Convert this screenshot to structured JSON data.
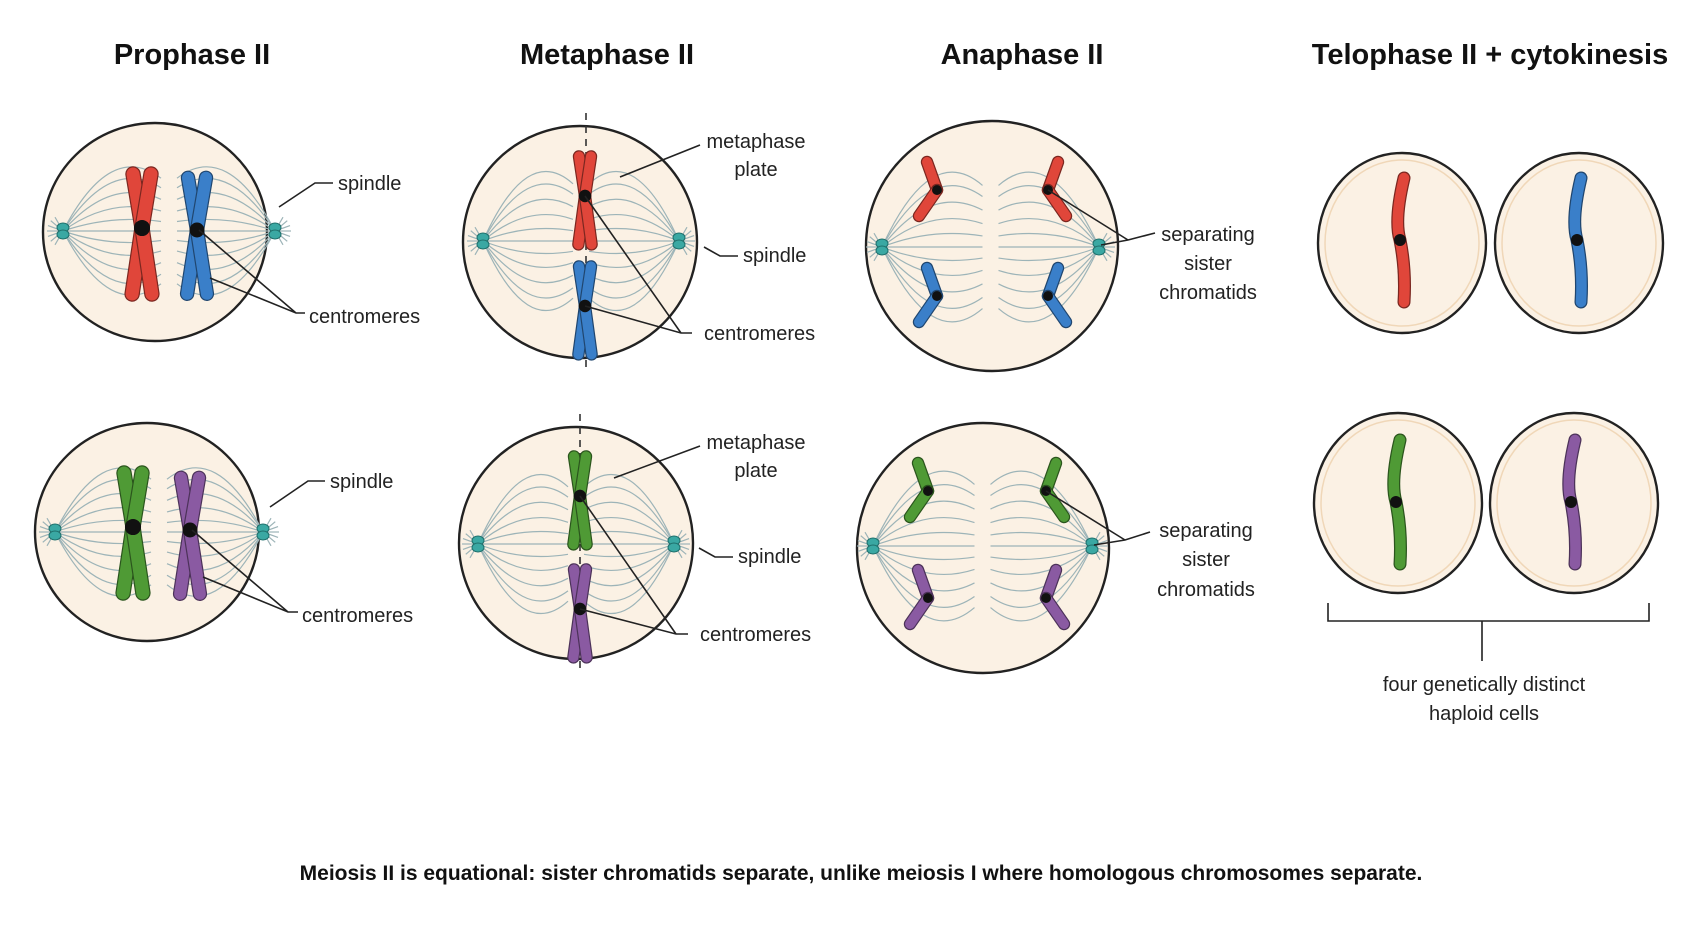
{
  "titles": {
    "prophase": "Prophase II",
    "metaphase": "Metaphase II",
    "anaphase": "Anaphase II",
    "telophase": "Telophase II + cytokinesis"
  },
  "labels": {
    "spindle": "spindle",
    "centromeres": "centromeres",
    "metaphase_plate": [
      "metaphase",
      "plate"
    ],
    "separating": [
      "separating",
      "sister",
      "chromatids"
    ],
    "result": [
      "four genetically distinct",
      "haploid cells"
    ]
  },
  "caption": "Meiosis II is equational: sister chromatids separate, unlike meiosis I where homologous chromosomes separate.",
  "colors": {
    "red": "#e0463a",
    "blue": "#3a7fc9",
    "green": "#4f9a35",
    "purple": "#8a5aa2",
    "cell_fill": "#fbf1e4",
    "centrosome": "#3aa8a3"
  }
}
